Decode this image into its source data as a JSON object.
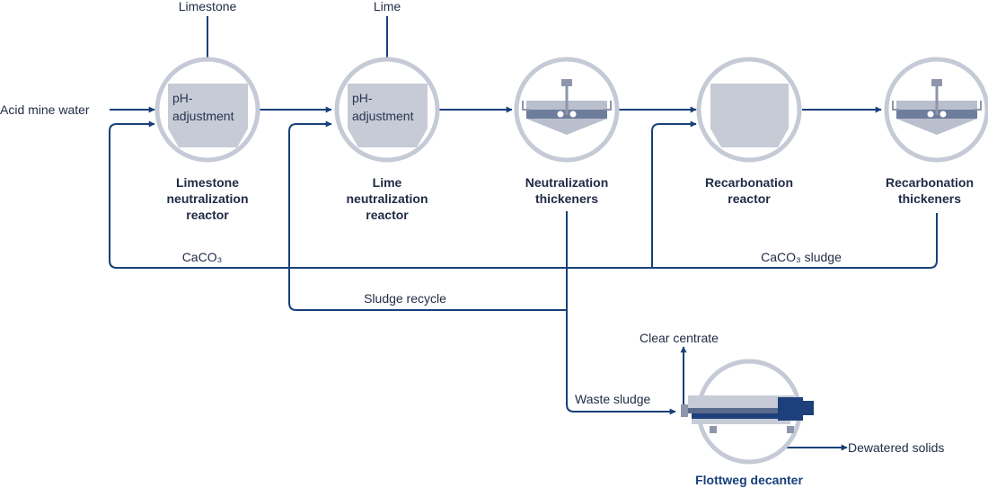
{
  "inputs": {
    "limestone": "Limestone",
    "lime": "Lime",
    "acid_mine_water": "Acid mine water"
  },
  "units": {
    "limestone_reactor": {
      "inner_text": [
        "pH-",
        "adjustment"
      ],
      "name": [
        "Limestone",
        "neutralization",
        "reactor"
      ]
    },
    "lime_reactor": {
      "inner_text": [
        "pH-",
        "adjustment"
      ],
      "name": [
        "Lime",
        "neutralization",
        "reactor"
      ]
    },
    "neutralization_thickeners": {
      "name": [
        "Neutralization",
        "thickeners"
      ]
    },
    "recarbonation_reactor": {
      "name": [
        "Recarbonation",
        "reactor"
      ]
    },
    "recarbonation_thickeners": {
      "name": [
        "Recarbonation",
        "thickeners"
      ]
    },
    "decanter": {
      "name": "Flottweg decanter"
    }
  },
  "streams": {
    "caco3": "CaCO₃",
    "caco3_sludge": "CaCO₃ sludge",
    "sludge_recycle": "Sludge recycle",
    "waste_sludge": "Waste sludge",
    "clear_centrate": "Clear centrate",
    "dewatered_solids": "Dewatered solids"
  },
  "colors": {
    "flow_line": "#17407a",
    "ring": "#c5cad6",
    "vessel": "#c6cbd6",
    "decanter_dark": "#1d3f7a",
    "title_blue": "#17407a"
  }
}
